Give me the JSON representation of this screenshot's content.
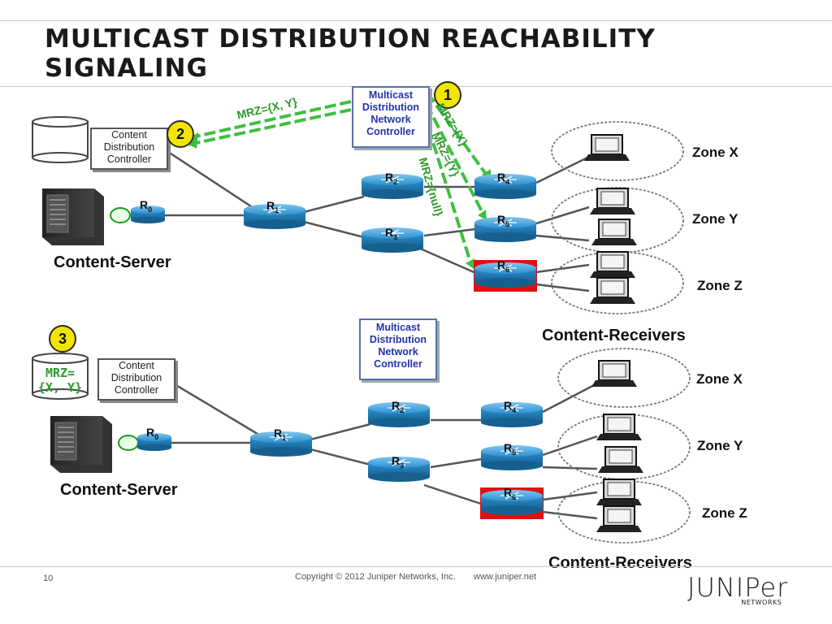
{
  "slide": {
    "title_line1": "MULTICAST DISTRIBUTION REACHABILITY",
    "title_line2": "SIGNALING",
    "page_number": "10",
    "copyright": "Copyright © 2012 Juniper Networks, Inc.",
    "website": "www.juniper.net",
    "logo_word": "JUNIPer",
    "logo_sub": "NETWORKS"
  },
  "controllers": {
    "cdc_line1": "Content",
    "cdc_line2": "Distribution",
    "cdc_line3": "Controller",
    "mdnc_line1": "Multicast",
    "mdnc_line2": "Distribution",
    "mdnc_line3": "Network",
    "mdnc_line4": "Controller"
  },
  "routers": {
    "r0": "R",
    "r0_sub": "0",
    "r1": "R",
    "r1_sub": "1",
    "r2": "R",
    "r2_sub": "2",
    "r3": "R",
    "r3_sub": "3",
    "r4": "R",
    "r4_sub": "4",
    "r5": "R",
    "r5_sub": "5",
    "r6": "R",
    "r6_sub": "6"
  },
  "labels": {
    "content_server": "Content-Server",
    "content_receivers": "Content-Receivers",
    "zone_x": "Zone X",
    "zone_y": "Zone Y",
    "zone_z": "Zone Z"
  },
  "signals": {
    "mrz_xy": "MRZ={X, Y}",
    "mrz_x": "MRZ={X}",
    "mrz_y": "MRZ={Y}",
    "mrz_null": "MRZ={null}",
    "db_line1": "MRZ=",
    "db_line2": "{X, Y}"
  },
  "steps": {
    "one": "1",
    "two": "2",
    "three": "3"
  },
  "colors": {
    "signal_green": "#3fbf3f",
    "router_blue": "#2b8fd0",
    "highlight_red": "#e01010",
    "badge_yellow": "#f2e600"
  }
}
